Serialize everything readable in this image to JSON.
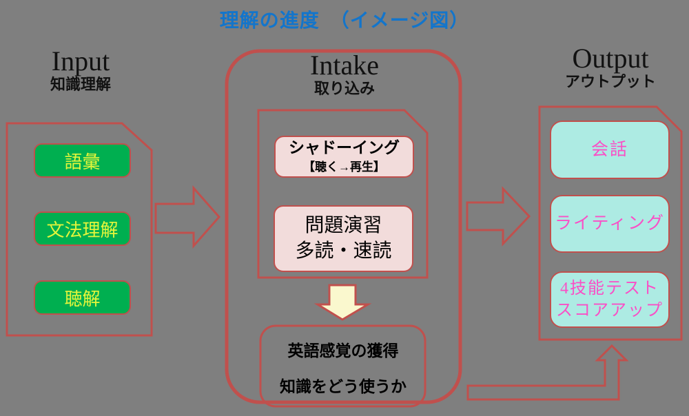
{
  "title": "理解の進度　（イメージ図）",
  "input": {
    "heading_en": "Input",
    "heading_ja": "知識理解",
    "items": [
      "語彙",
      "文法理解",
      "聴解"
    ]
  },
  "intake": {
    "heading_en": "Intake",
    "heading_ja": "取り込み",
    "shadowing": [
      "シャドーイング",
      "【聴く→再生】"
    ],
    "practice": [
      "問題演習",
      "多読・速読"
    ],
    "result": [
      "英語感覚の獲得",
      "知識をどう使うか"
    ]
  },
  "output": {
    "heading_en": "Output",
    "heading_ja": "アウトプット",
    "items": [
      "会話",
      "ライティング"
    ],
    "item3": [
      "4技能テスト",
      "スコアアップ"
    ]
  },
  "colors": {
    "background": "#7F7F7F",
    "accent_red": "#C0504D",
    "title_blue": "#1375CB",
    "green_fill": "#00AF50",
    "yellow_text": "#E4F53B",
    "pink_fill": "#F2DCDB",
    "cream_arrow_fill": "#FAF8CE",
    "cyan_fill": "#ADEBE3",
    "magenta_text": "#FA4FC6",
    "black_text": "#000000"
  }
}
